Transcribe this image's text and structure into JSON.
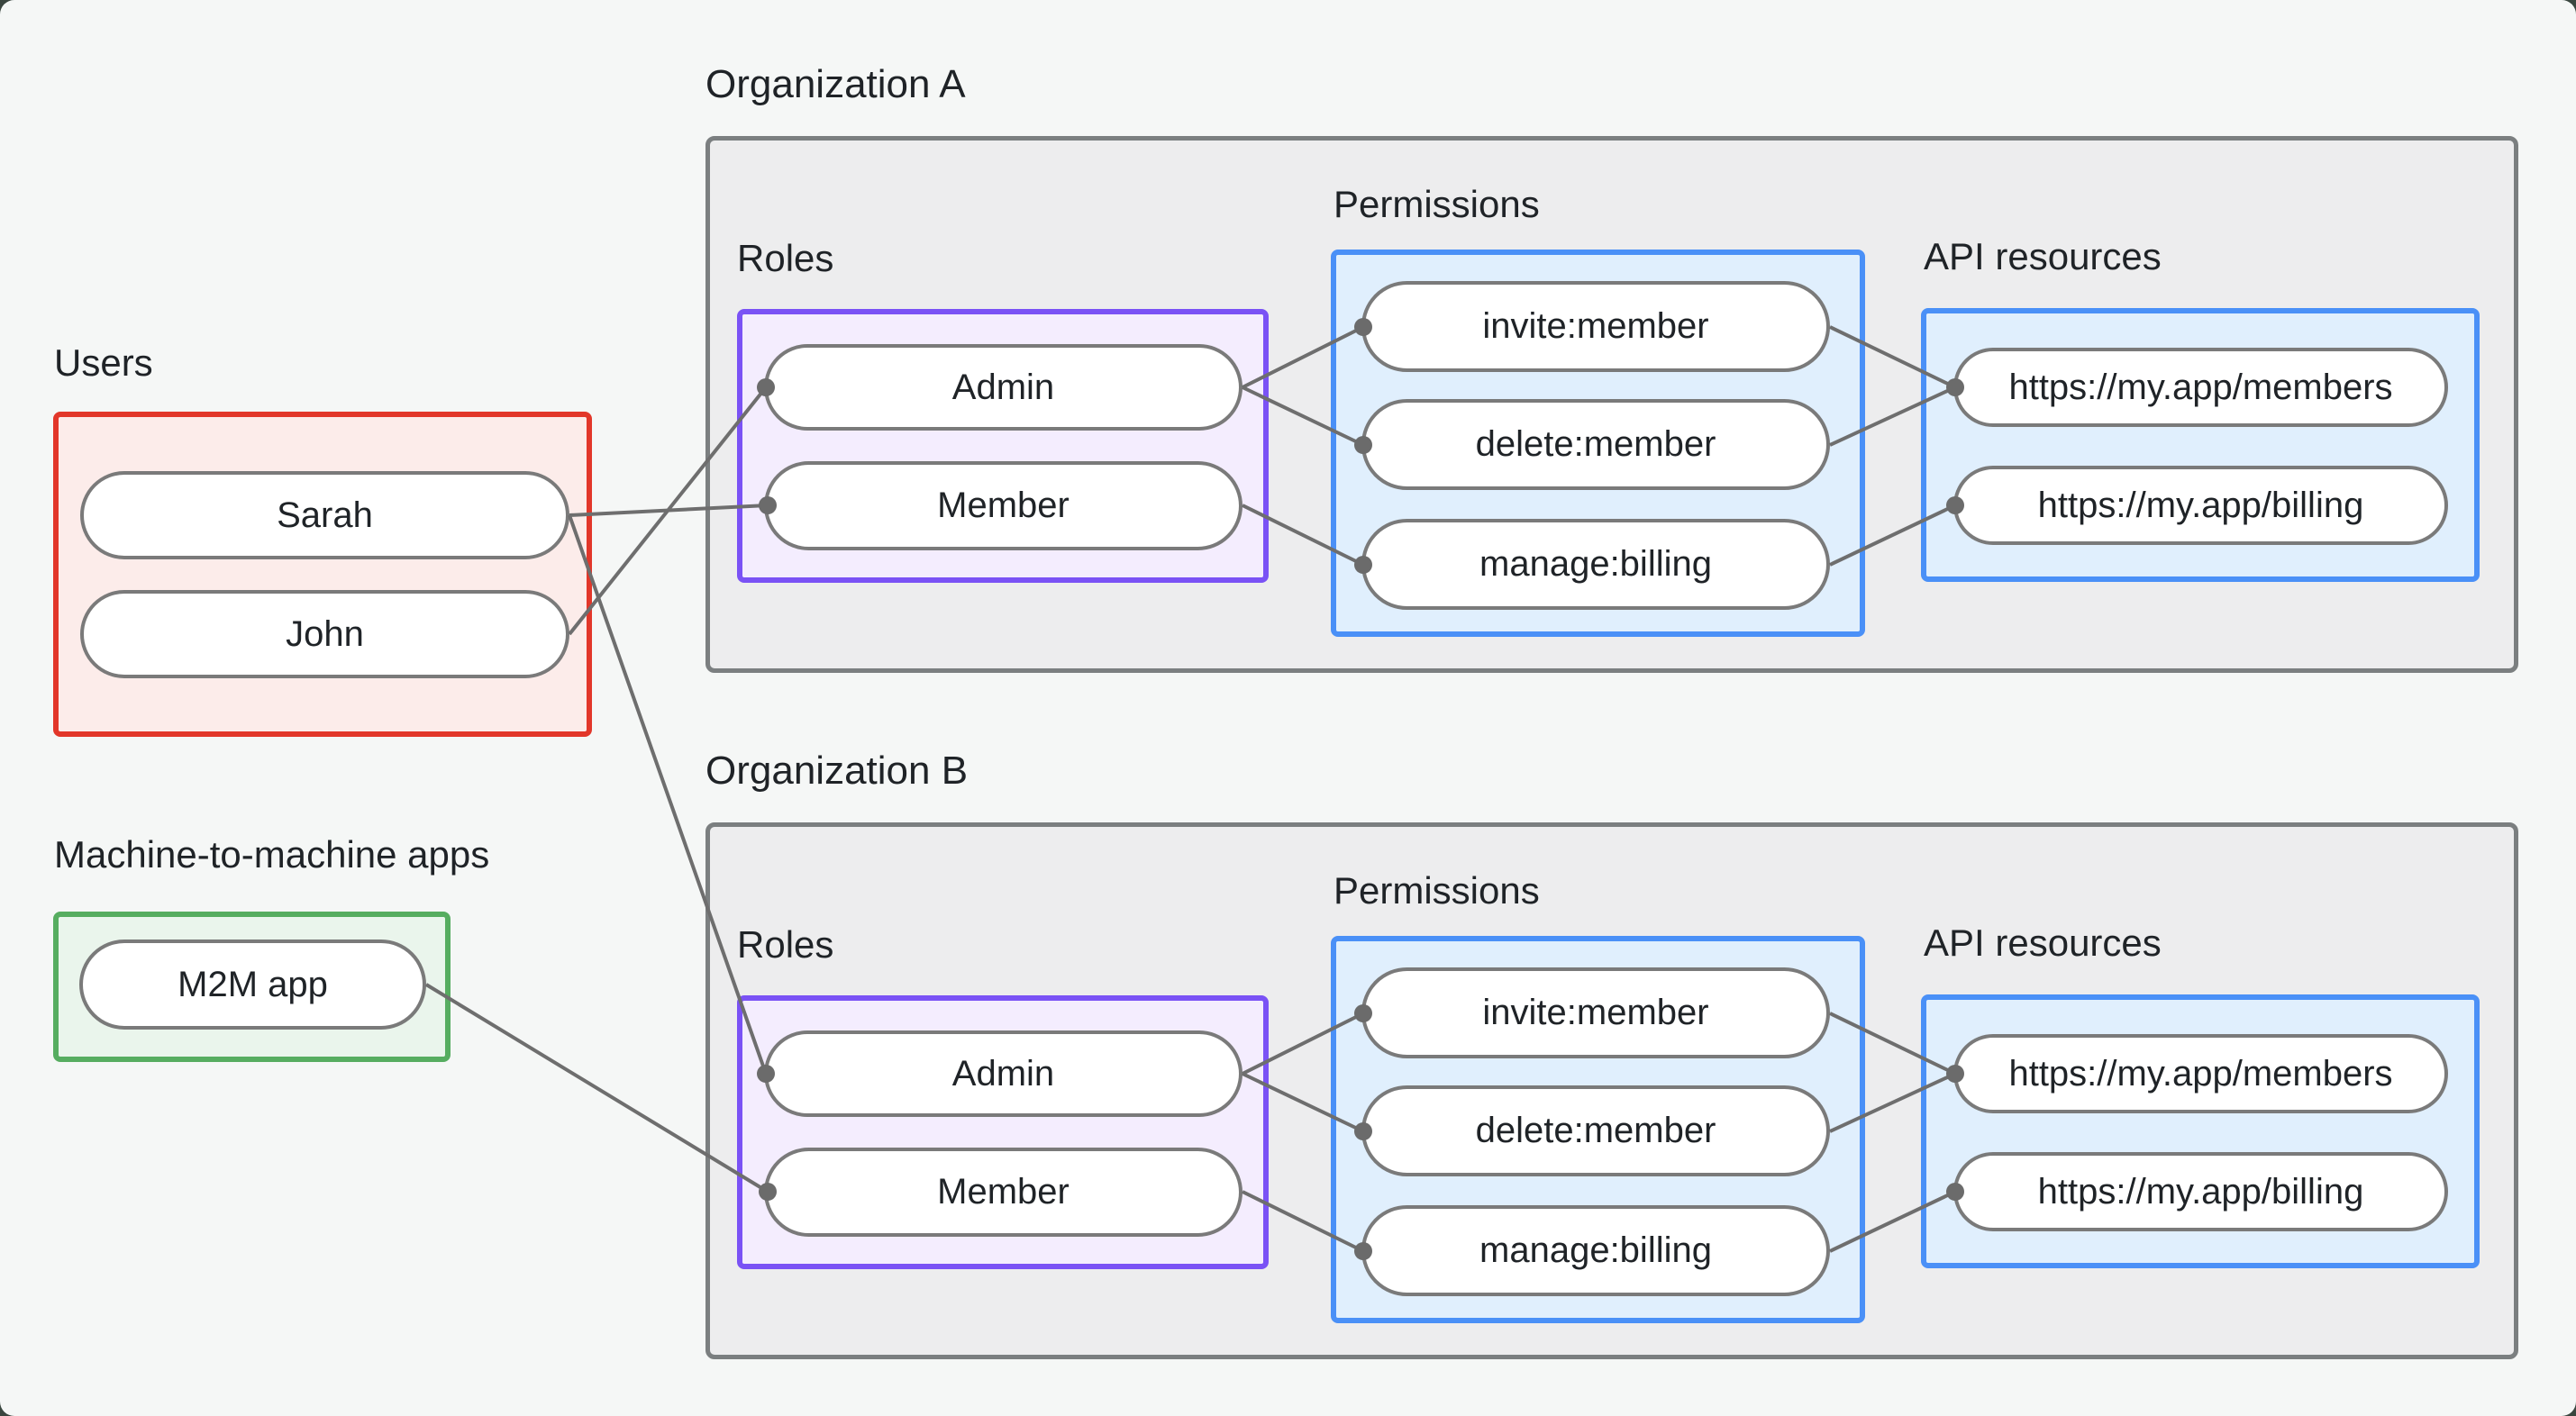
{
  "page": {
    "background": "#f5f7f6",
    "corner_backdrop": "#3a463f"
  },
  "colors": {
    "users_border": "#e2372a",
    "users_fill": "#fcecea",
    "m2m_border": "#56ad60",
    "m2m_fill": "#eaf5ec",
    "roles_border": "#7a52f5",
    "roles_fill": "#f4edfe",
    "blue_border": "#4a90f7",
    "blue_fill": "#e0effd",
    "org_border": "#7b7f80",
    "org_fill": "#ededee",
    "pill_border": "#7a7a7a",
    "connector": "#6e6e6e",
    "text": "#1f2327"
  },
  "users": {
    "label": "Users",
    "items": [
      {
        "label": "Sarah"
      },
      {
        "label": "John"
      }
    ]
  },
  "m2m": {
    "label": "Machine-to-machine apps",
    "items": [
      {
        "label": "M2M app"
      }
    ]
  },
  "orgs": [
    {
      "title": "Organization A",
      "roles_label": "Roles",
      "permissions_label": "Permissions",
      "api_label": "API resources",
      "roles": [
        {
          "label": "Admin"
        },
        {
          "label": "Member"
        }
      ],
      "permissions": [
        {
          "label": "invite:member"
        },
        {
          "label": "delete:member"
        },
        {
          "label": "manage:billing"
        }
      ],
      "api_resources": [
        {
          "label": "https://my.app/members"
        },
        {
          "label": "https://my.app/billing"
        }
      ]
    },
    {
      "title": "Organization B",
      "roles_label": "Roles",
      "permissions_label": "Permissions",
      "api_label": "API resources",
      "roles": [
        {
          "label": "Admin"
        },
        {
          "label": "Member"
        }
      ],
      "permissions": [
        {
          "label": "invite:member"
        },
        {
          "label": "delete:member"
        },
        {
          "label": "manage:billing"
        }
      ],
      "api_resources": [
        {
          "label": "https://my.app/members"
        },
        {
          "label": "https://my.app/billing"
        }
      ]
    }
  ],
  "connections": [
    {
      "from": "Sarah",
      "to": "Organization A / Member"
    },
    {
      "from": "John",
      "to": "Organization A / Admin"
    },
    {
      "from": "Sarah",
      "to": "Organization B / Admin"
    },
    {
      "from": "M2M app",
      "to": "Organization B / Member"
    },
    {
      "from": "Organization A / Admin",
      "to": "Organization A / invite:member"
    },
    {
      "from": "Organization A / Admin",
      "to": "Organization A / delete:member"
    },
    {
      "from": "Organization A / Member",
      "to": "Organization A / manage:billing"
    },
    {
      "from": "Organization A / invite:member",
      "to": "Organization A / https://my.app/members"
    },
    {
      "from": "Organization A / delete:member",
      "to": "Organization A / https://my.app/members"
    },
    {
      "from": "Organization A / manage:billing",
      "to": "Organization A / https://my.app/billing"
    },
    {
      "from": "Organization B / Admin",
      "to": "Organization B / invite:member"
    },
    {
      "from": "Organization B / Admin",
      "to": "Organization B / delete:member"
    },
    {
      "from": "Organization B / Member",
      "to": "Organization B / manage:billing"
    },
    {
      "from": "Organization B / invite:member",
      "to": "Organization B / https://my.app/members"
    },
    {
      "from": "Organization B / delete:member",
      "to": "Organization B / https://my.app/members"
    },
    {
      "from": "Organization B / manage:billing",
      "to": "Organization B / https://my.app/billing"
    }
  ]
}
